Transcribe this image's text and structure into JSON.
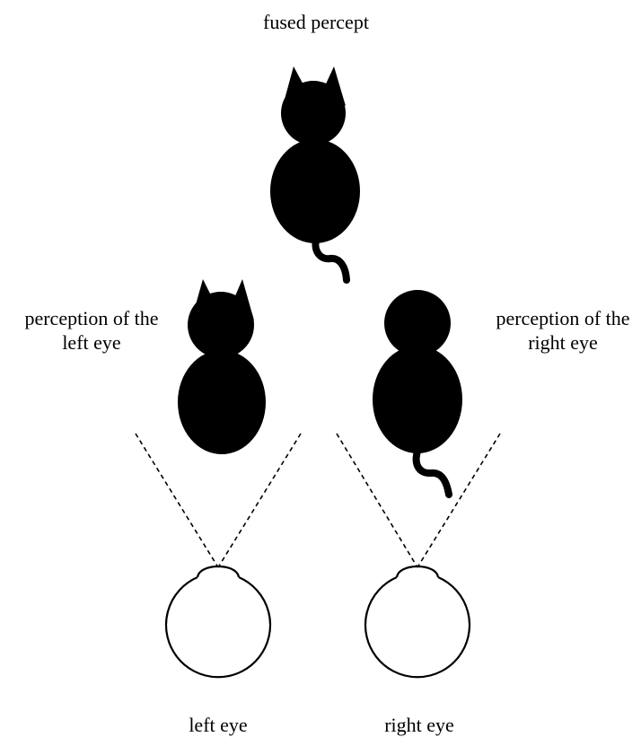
{
  "labels": {
    "fused_percept": "fused percept",
    "left_percept_line1": "perception of the",
    "left_percept_line2": "left eye",
    "right_percept_line1": "perception of the",
    "right_percept_line2": "right eye",
    "left_eye": "left eye",
    "right_eye": "right eye"
  },
  "colors": {
    "ink": "#000000",
    "background": "#ffffff"
  },
  "figures": {
    "fused_cat": {
      "ears": true,
      "tail": true
    },
    "left_eye_cat": {
      "ears": true,
      "tail": false
    },
    "right_eye_cat": {
      "ears": false,
      "tail": true
    }
  }
}
